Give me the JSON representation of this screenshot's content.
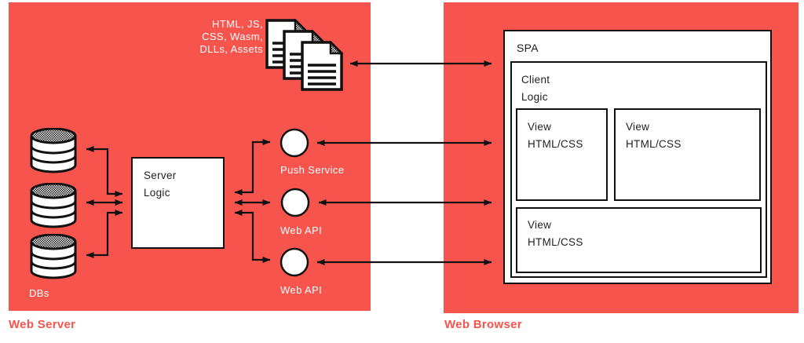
{
  "colors": {
    "panel_red": "#f7544d",
    "caption_red": "#f7544d",
    "line_black": "#111111",
    "box_white": "#ffffff",
    "box_text": "#1e1e1e"
  },
  "icons": {
    "database": "database-icon",
    "documents": "documents-icon",
    "service_node": "service-circle-icon",
    "arrows": "double-headed-arrow"
  },
  "server_panel": {
    "title": "Web Server",
    "docs_label": "HTML, JS,\nCSS, Wasm,\nDLLs, Assets",
    "dbs_label": "DBs",
    "server_logic": "Server\nLogic",
    "push_service": "Push Service",
    "web_api_top": "Web API",
    "web_api_bottom": "Web API"
  },
  "browser_panel": {
    "title": "Web Browser",
    "spa": "SPA",
    "client_logic": "Client\nLogic",
    "views": [
      {
        "label": "View\nHTML/CSS"
      },
      {
        "label": "View\nHTML/CSS"
      },
      {
        "label": "View\nHTML/CSS"
      }
    ]
  }
}
